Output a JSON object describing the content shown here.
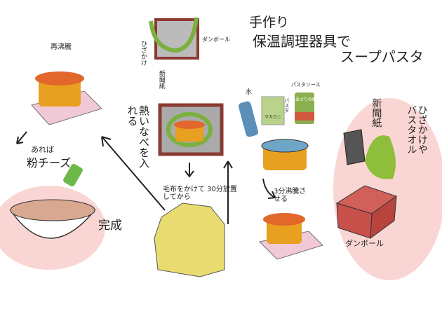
{
  "title": {
    "line1": "手作り",
    "line2": "保温調理器具で",
    "line3": "スープパスタ"
  },
  "insulation_diagram": {
    "lap_blanket": "ひざかけ",
    "cardboard": "ダンボール",
    "newspaper": "新聞紙"
  },
  "ingredients": {
    "water": "水",
    "pasta_bag": "マカロニ",
    "pasta": "パスタ",
    "pasta_sauce": "パスタソース",
    "can": "あさりの野菜"
  },
  "steps": {
    "boil": "3分沸騰させる",
    "insert": "熱いなべを入れる",
    "blanket": "毛布をかけて 30分放置してから",
    "reboil": "再沸騰",
    "cheese_line1": "あれば",
    "cheese_line2": "粉チーズ",
    "done": "完成"
  },
  "materials": {
    "newspaper": "新聞紙",
    "towel": "ひざかけやバスタオル",
    "cardboard": "ダンボール"
  },
  "colors": {
    "pot": "#e8a020",
    "lid": "#e2672a",
    "highlight": "#f8d3d0",
    "cardboard": "#c8504a",
    "towel": "#8fbf3a",
    "blanket": "#e8dc70"
  }
}
